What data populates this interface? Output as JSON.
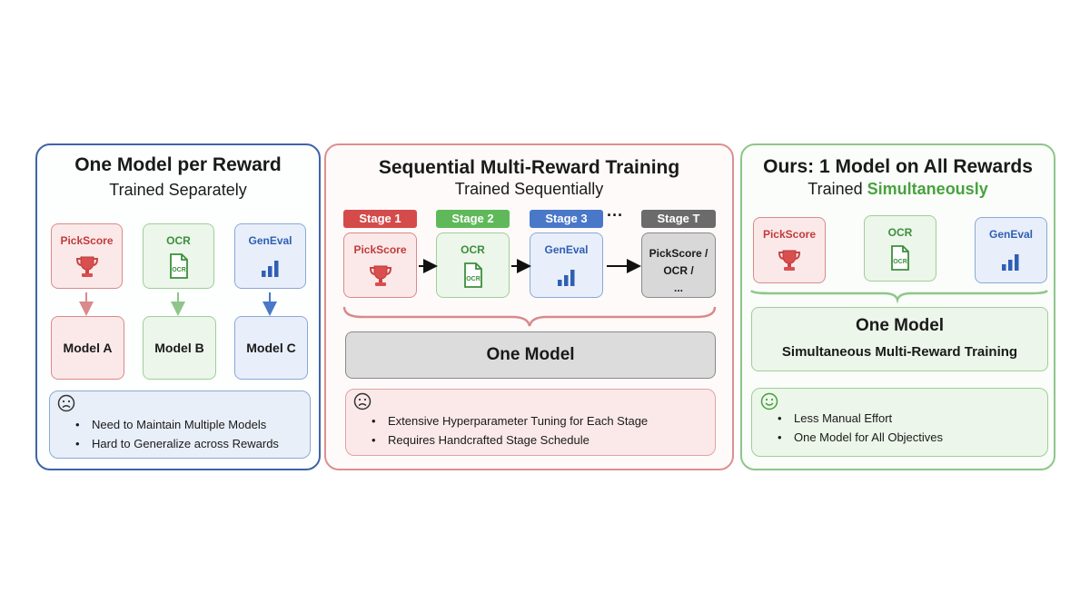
{
  "panels": [
    {
      "title": "One Model per Reward",
      "subtitle": "Trained Separately",
      "rewards": [
        "PickScore",
        "OCR",
        "GenEval"
      ],
      "models": [
        "Model A",
        "Model B",
        "Model C"
      ],
      "notes": [
        "Need to Maintain Multiple Models",
        "Hard to Generalize across Rewards"
      ],
      "sentiment": "sad-face-icon"
    },
    {
      "title": "Sequential Multi-Reward Training",
      "subtitle": "Trained Sequentially",
      "stages": [
        "Stage 1",
        "Stage 2",
        "Stage 3",
        "Stage T"
      ],
      "ellipsis": "···",
      "rewards": [
        "PickScore",
        "OCR",
        "GenEval"
      ],
      "final_stage_lines": [
        "PickScore /",
        "OCR /",
        "..."
      ],
      "model": "One Model",
      "notes": [
        "Extensive Hyperparameter Tuning for Each Stage",
        "Requires Handcrafted Stage Schedule"
      ],
      "sentiment": "sad-face-icon"
    },
    {
      "title": "Ours: 1 Model on All Rewards",
      "subtitle_prefix": "Trained ",
      "subtitle_highlight": "Simultaneously",
      "rewards": [
        "PickScore",
        "OCR",
        "GenEval"
      ],
      "model": "One Model",
      "model_sub": "Simultaneous Multi-Reward Training",
      "notes": [
        "Less Manual Effort",
        "One Model for All Objectives"
      ],
      "sentiment": "happy-face-icon"
    }
  ],
  "icons": {
    "pickscore": "trophy-icon",
    "ocr": "ocr-document-icon",
    "geneval": "bar-chart-icon",
    "transition": "arrow-right-icon"
  },
  "colors": {
    "panel1_border": "#3f63a8",
    "panel2_border": "#dd8f8f",
    "panel3_border": "#8fc58a",
    "red": "#c23b3b",
    "green": "#3c8e3c",
    "blue": "#2f5fb4",
    "stage1": "#d44b4b",
    "stage2": "#5fb95a",
    "stage3": "#4a78c9",
    "stageT": "#6b6b6b",
    "highlight": "#48a23f"
  }
}
